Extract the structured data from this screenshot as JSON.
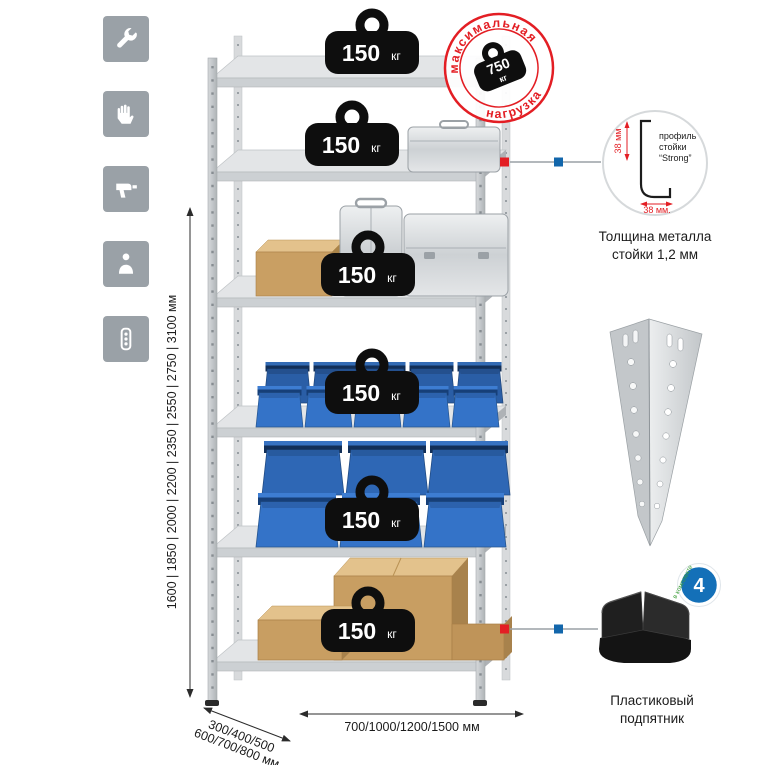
{
  "colors": {
    "accent_red": "#e31e24",
    "accent_blue": "#1266ab",
    "tile_gray": "#9aa1a7"
  },
  "left_icons": [
    {
      "name": "wrench-icon"
    },
    {
      "name": "glove-icon"
    },
    {
      "name": "drill-icon"
    },
    {
      "name": "person-icon"
    },
    {
      "name": "socket-strip-icon"
    }
  ],
  "stamp": {
    "top_text": "максимальная",
    "bottom_text": "нагрузка",
    "value": "750",
    "unit": "кг"
  },
  "rack": {
    "shelves": [
      {
        "load_value": "150",
        "load_unit": "кг"
      },
      {
        "load_value": "150",
        "load_unit": "кг"
      },
      {
        "load_value": "150",
        "load_unit": "кг"
      },
      {
        "load_value": "150",
        "load_unit": "кг"
      },
      {
        "load_value": "150",
        "load_unit": "кг"
      },
      {
        "load_value": "150",
        "load_unit": "кг"
      }
    ]
  },
  "dimensions": {
    "height": "1600 | 1850 | 2000 | 2200 | 2350 | 2550 | 2750 | 3100 мм",
    "depth_line1": "300/400/500",
    "depth_line2": "600/700/800 мм",
    "width": "700/1000/1200/1500 мм"
  },
  "profile": {
    "dim_vertical": "38 мм",
    "dim_horizontal": "38 мм.",
    "label_line1": "профиль",
    "label_line2": "стойки",
    "label_line3": "“Strong”",
    "caption_line1": "Толщина металла",
    "caption_line2": "стойки 1,2 мм"
  },
  "foot": {
    "badge_value": "4",
    "badge_text": "в комплекте",
    "caption_line1": "Пластиковый",
    "caption_line2": "подпятник"
  }
}
